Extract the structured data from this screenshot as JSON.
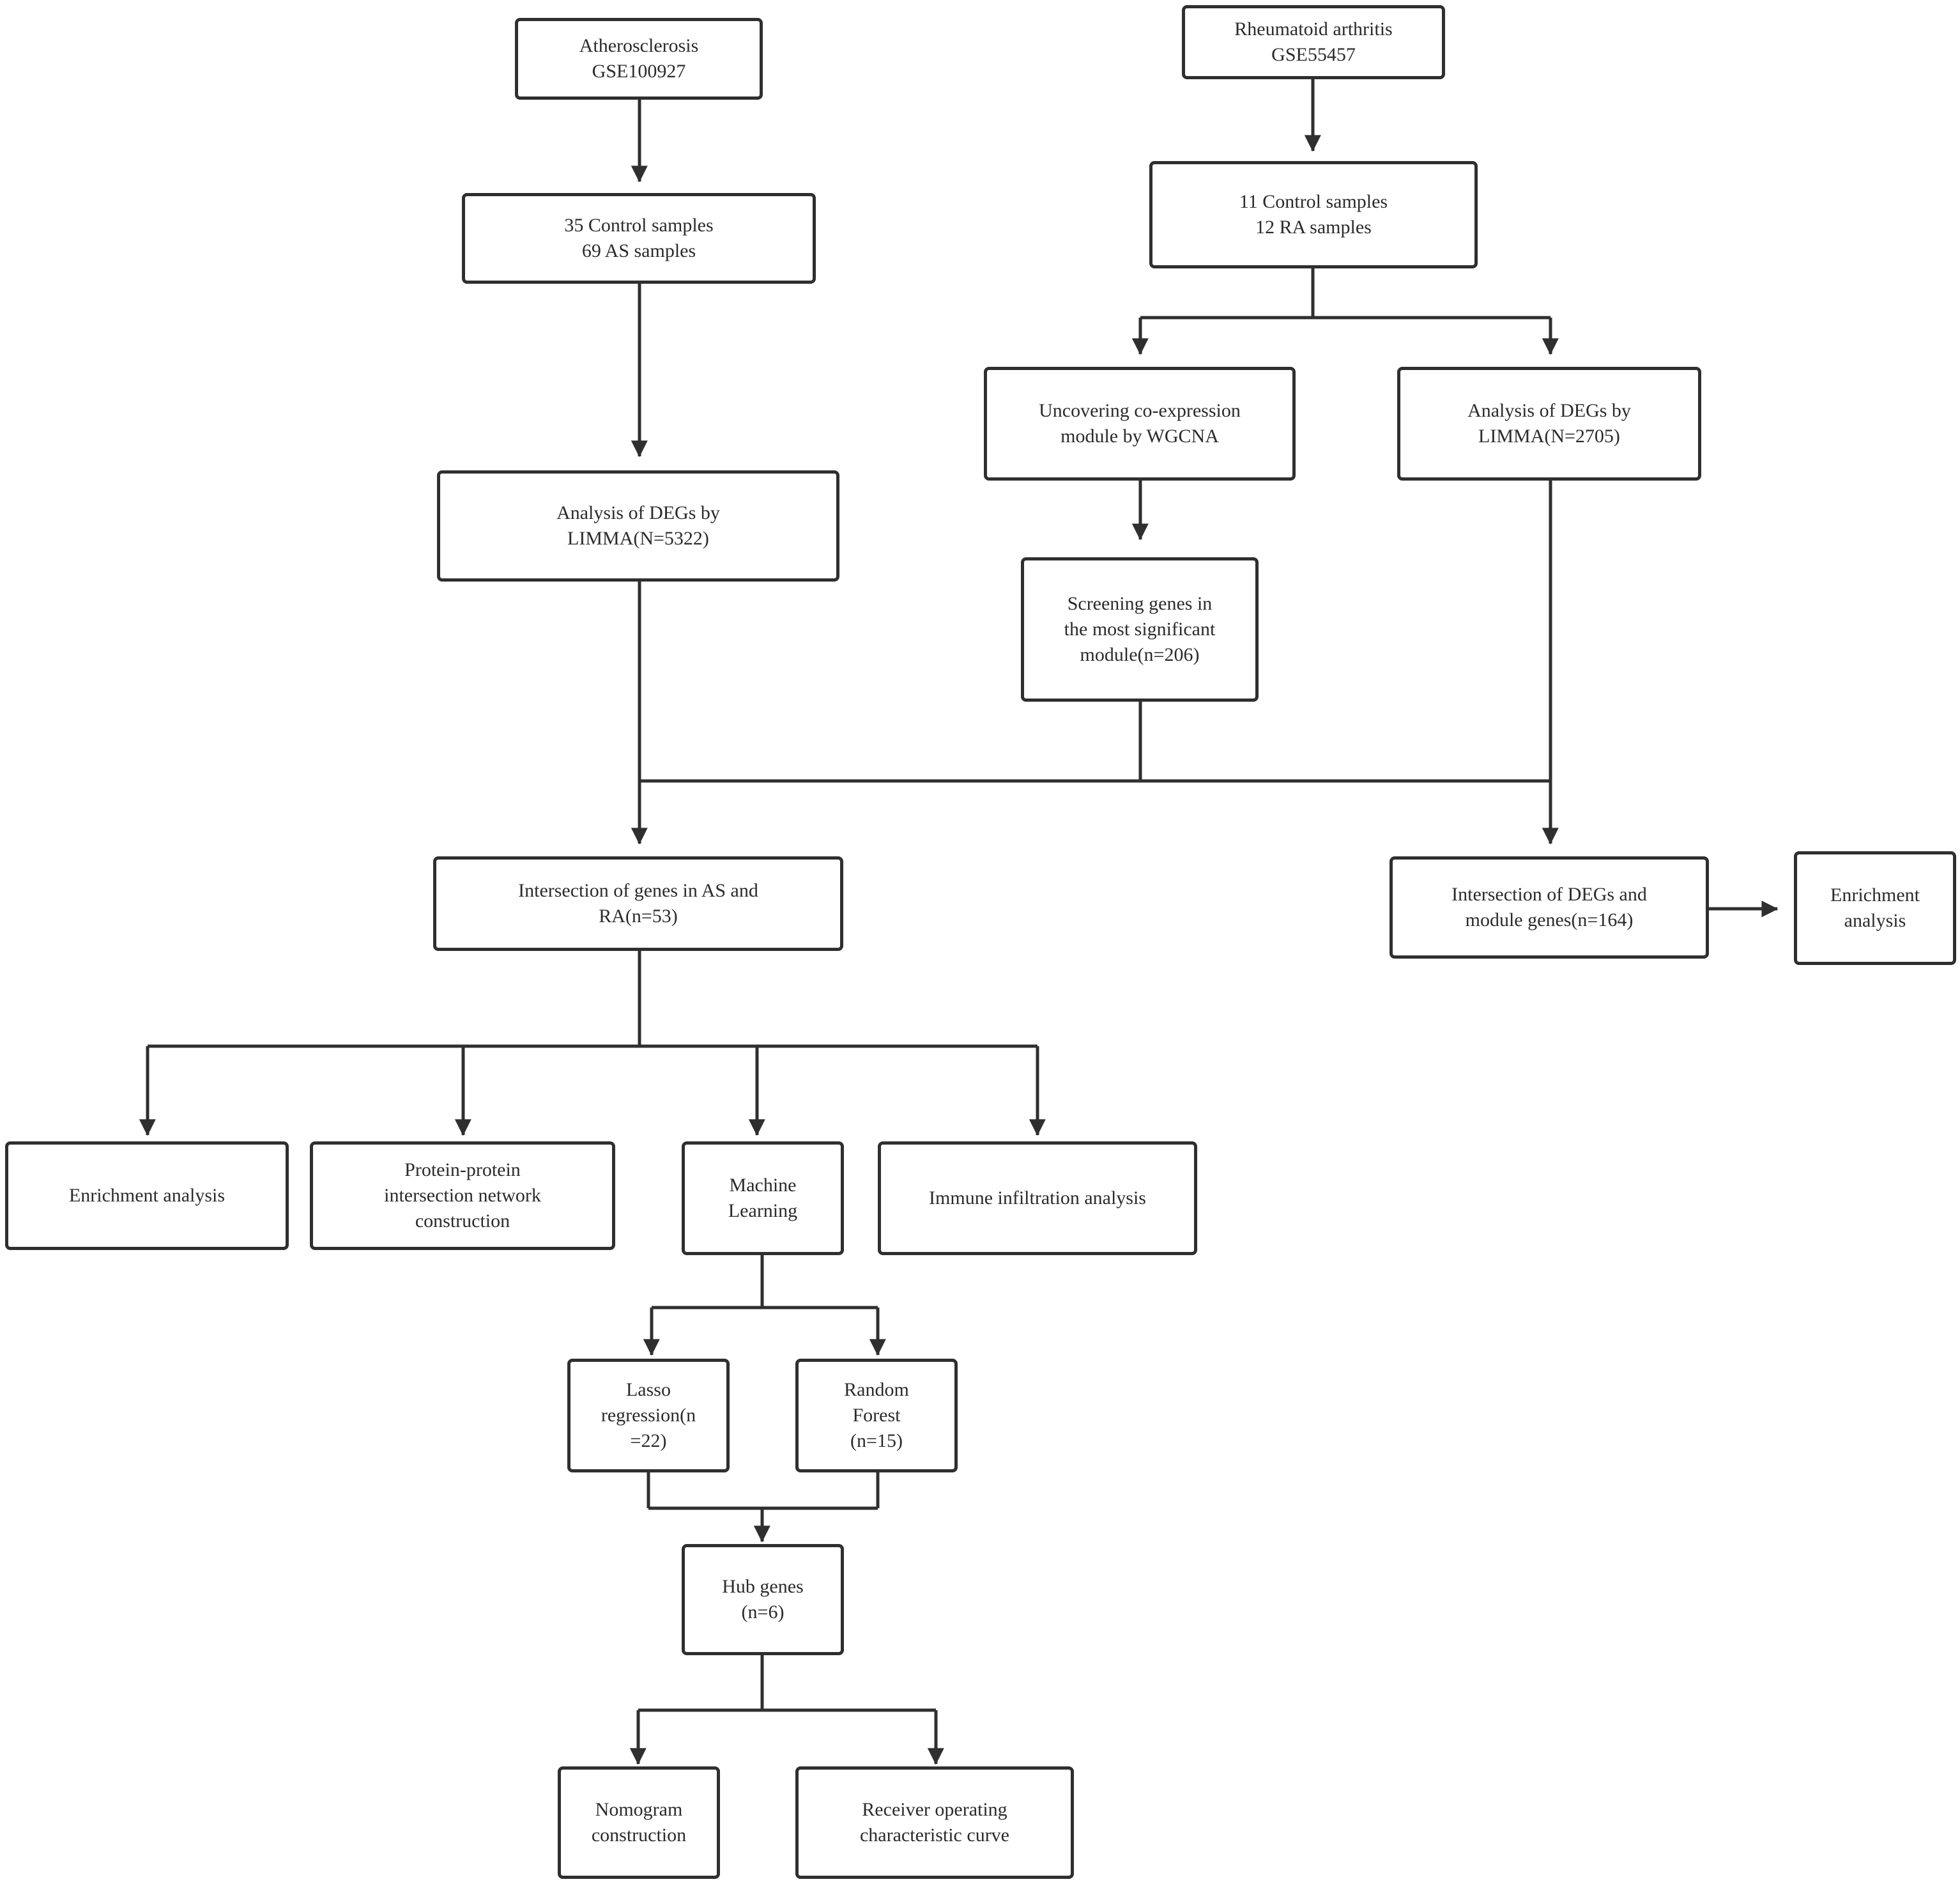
{
  "nodes": {
    "atherosclerosis": {
      "text": "Atherosclerosis\nGSE100927"
    },
    "ra_dataset": {
      "text": "Rheumatoid arthritis\nGSE55457"
    },
    "as_samples": {
      "text": "35 Control samples\n69 AS samples"
    },
    "ra_samples": {
      "text": "11 Control samples\n12 RA samples"
    },
    "wgcna": {
      "text": "Uncovering co-expression\nmodule by WGCNA"
    },
    "ra_degs": {
      "text": "Analysis of DEGs by\nLIMMA(N=2705)"
    },
    "as_degs": {
      "text": "Analysis of DEGs by\nLIMMA(N=5322)"
    },
    "module_genes": {
      "text": "Screening genes in\nthe most significant\nmodule(n=206)"
    },
    "intersection_as_ra": {
      "text": "Intersection of genes in AS and\nRA(n=53)"
    },
    "intersection_degs_module": {
      "text": "Intersection of DEGs and\nmodule genes(n=164)"
    },
    "enrichment_right": {
      "text": "Enrichment\nanalysis"
    },
    "enrichment_left": {
      "text": "Enrichment analysis"
    },
    "ppi": {
      "text": "Protein-protein\nintersection network\nconstruction"
    },
    "machine_learning": {
      "text": "Machine\nLearning"
    },
    "immune": {
      "text": "Immune infiltration analysis"
    },
    "lasso": {
      "text": "Lasso\nregression(n\n=22)"
    },
    "random_forest": {
      "text": "Random\nForest\n(n=15)"
    },
    "hub_genes": {
      "text": "Hub genes\n(n=6)"
    },
    "nomogram": {
      "text": "Nomogram\nconstruction"
    },
    "roc": {
      "text": "Receiver operating\ncharacteristic curve"
    }
  },
  "colors": {
    "stroke": "#2f2f2f",
    "text": "#2b2b2b",
    "background": "#ffffff"
  }
}
